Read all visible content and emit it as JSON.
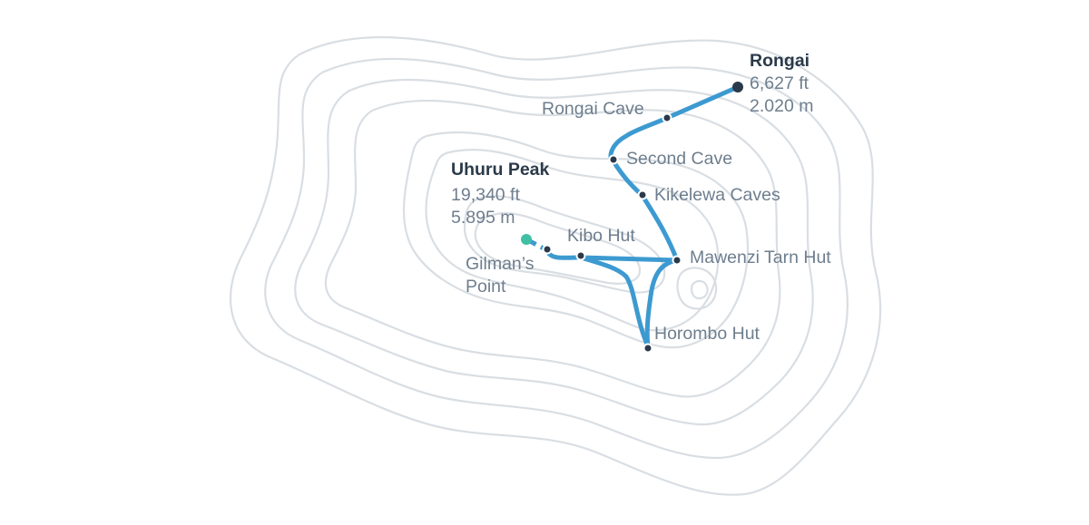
{
  "colors": {
    "route": "#3d9ad1",
    "contour": "#d9dee3",
    "stop": "#2b3a4a",
    "summit": "#3fbfa3",
    "label": "#6e7e8e",
    "title": "#2b3a4a"
  },
  "start": {
    "name": "Rongai",
    "elevation_ft": "6,627 ft",
    "elevation_m": "2.020 m"
  },
  "summit": {
    "name": "Uhuru Peak",
    "elevation_ft": "19,340 ft",
    "elevation_m": "5.895 m"
  },
  "stops": {
    "rongai_cave": "Rongai Cave",
    "second_cave": "Second Cave",
    "kikelewa_caves": "Kikelewa Caves",
    "mawenzi_tarn_hut": "Mawenzi Tarn Hut",
    "kibo_hut": "Kibo Hut",
    "gilmans_point_line1": "Gilman’s",
    "gilmans_point_line2": "Point",
    "horombo_hut": "Horombo Hut"
  }
}
